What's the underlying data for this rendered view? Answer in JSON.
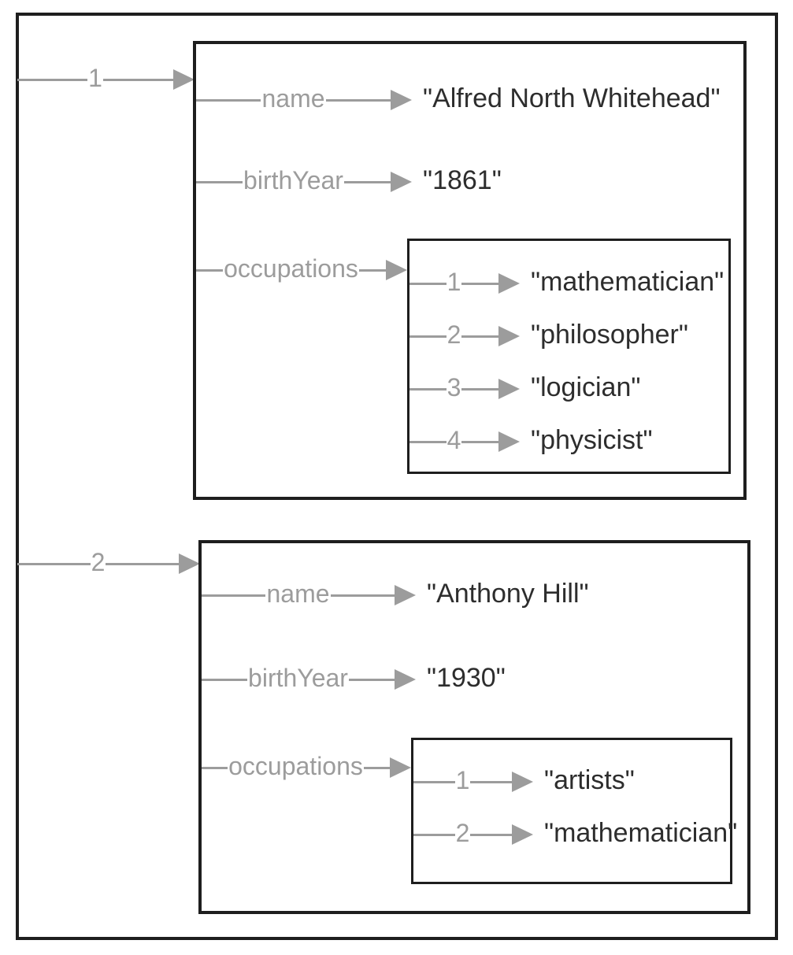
{
  "diagram": {
    "type": "json-tree",
    "records": [
      {
        "index": "1",
        "fields": [
          {
            "key": "name",
            "value": "\"Alfred North Whitehead\""
          },
          {
            "key": "birthYear",
            "value": "\"1861\""
          }
        ],
        "array_field": {
          "key": "occupations",
          "items": [
            {
              "index": "1",
              "value": "\"mathematician\""
            },
            {
              "index": "2",
              "value": "\"philosopher\""
            },
            {
              "index": "3",
              "value": "\"logician\""
            },
            {
              "index": "4",
              "value": "\"physicist\""
            }
          ]
        }
      },
      {
        "index": "2",
        "fields": [
          {
            "key": "name",
            "value": "\"Anthony Hill\""
          },
          {
            "key": "birthYear",
            "value": "\"1930\""
          }
        ],
        "array_field": {
          "key": "occupations",
          "items": [
            {
              "index": "1",
              "value": "\"artists\""
            },
            {
              "index": "2",
              "value": "\"mathematician\""
            }
          ]
        }
      }
    ],
    "colors": {
      "arrow_gray": "#9c9c9c",
      "text_dark": "#2d2d2d",
      "border_black": "#1e1e1e",
      "background": "#ffffff"
    }
  }
}
